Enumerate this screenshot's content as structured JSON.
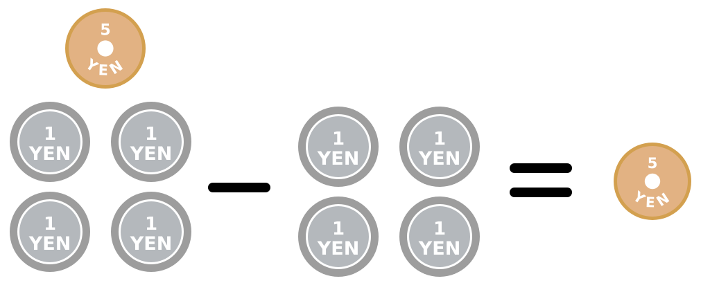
{
  "colors": {
    "one_yen_rim": "#9d9d9d",
    "one_yen_face": "#b4b8bc",
    "five_yen_rim": "#d3a04f",
    "five_yen_face": "#e2b283",
    "operator": "#000000"
  },
  "equation": {
    "left_group": {
      "five_yen": {
        "value": "5",
        "unit": "YEN"
      },
      "one_yen_coins": [
        {
          "value": "1",
          "unit": "YEN"
        },
        {
          "value": "1",
          "unit": "YEN"
        },
        {
          "value": "1",
          "unit": "YEN"
        },
        {
          "value": "1",
          "unit": "YEN"
        }
      ]
    },
    "operator_1": "minus",
    "middle_group": {
      "one_yen_coins": [
        {
          "value": "1",
          "unit": "YEN"
        },
        {
          "value": "1",
          "unit": "YEN"
        },
        {
          "value": "1",
          "unit": "YEN"
        },
        {
          "value": "1",
          "unit": "YEN"
        }
      ]
    },
    "operator_2": "equals",
    "result": {
      "value": "5",
      "unit": "YEN"
    }
  }
}
